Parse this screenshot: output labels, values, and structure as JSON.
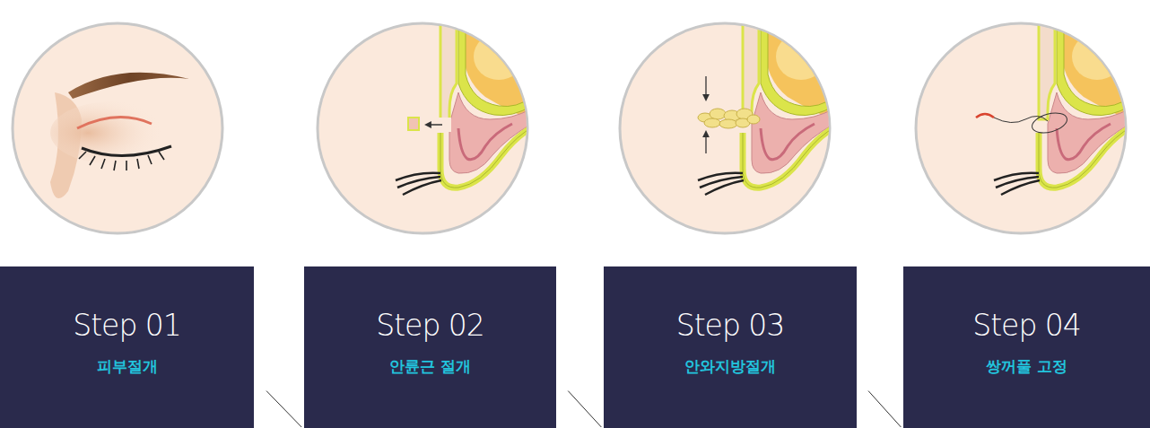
{
  "diagram": {
    "nodes": [
      {
        "text": [
          "Step 01",
          "피부절개"
        ]
      },
      {
        "text": [
          "Step 02",
          "안륜근 절개"
        ]
      },
      {
        "text": [
          "Step 03",
          "안와지방절개"
        ]
      },
      {
        "text": [
          "Step 04",
          "쌍꺼풀 고정"
        ]
      }
    ],
    "edges": [
      {
        "from": 0,
        "to": 1,
        "arrow": "none"
      },
      {
        "from": 1,
        "to": 2,
        "arrow": "none"
      },
      {
        "from": 2,
        "to": 3,
        "arrow": "none"
      }
    ]
  }
}
